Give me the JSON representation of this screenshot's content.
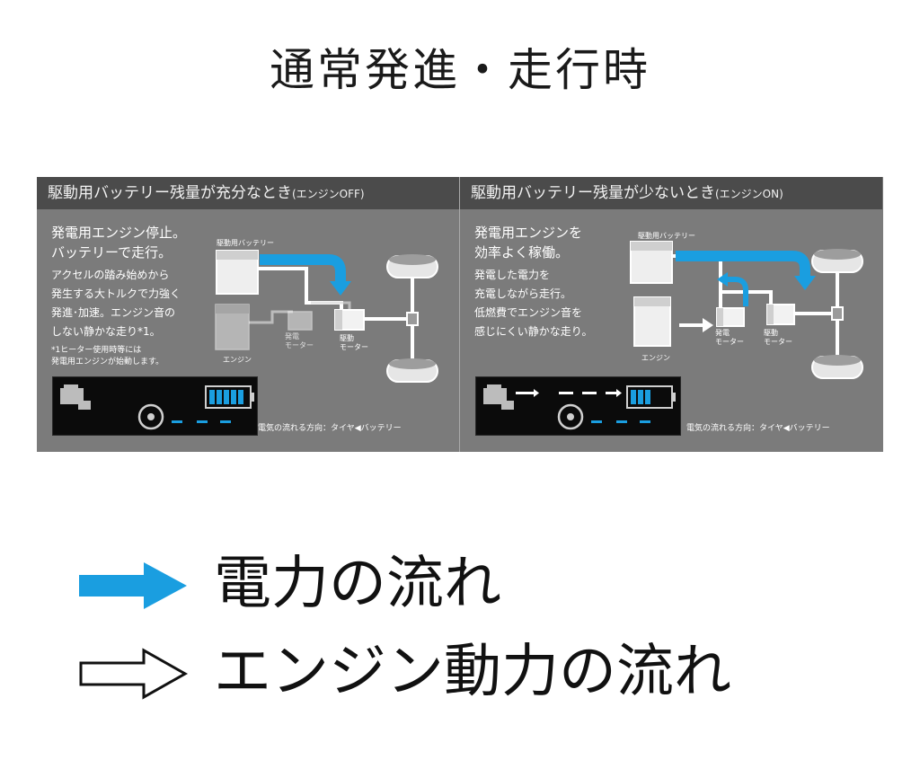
{
  "page": {
    "title": "通常発進・走行時"
  },
  "panels": [
    {
      "header": "駆動用バッテリー残量が充分なとき",
      "header_suffix": "(エンジンOFF)",
      "main_text": [
        "発電用エンジン停止。",
        "バッテリーで走行。"
      ],
      "sub_text": [
        "アクセルの踏み始めから",
        "発生する大トルクで力強く",
        "発進･加速。エンジン音の",
        "しない静かな走り*1。"
      ],
      "note": [
        "*1ヒーター使用時等には",
        "発電用エンジンが始動します。"
      ],
      "labels": {
        "battery": "駆動用バッテリー",
        "gen_motor": [
          "発電",
          "モーター"
        ],
        "drive_motor": [
          "駆動",
          "モーター"
        ],
        "engine": "エンジン"
      },
      "legend": "電気の流れる方向：タイヤ◀バッテリー"
    },
    {
      "header": "駆動用バッテリー残量が少ないとき",
      "header_suffix": "(エンジンON)",
      "main_text": [
        "発電用エンジンを",
        "効率よく稼働。"
      ],
      "sub_text": [
        "発電した電力を",
        "充電しながら走行。",
        "低燃費でエンジン音を",
        "感じにくい静かな走り。"
      ],
      "note": [],
      "labels": {
        "battery": "駆動用バッテリー",
        "gen_motor": [
          "発電",
          "モーター"
        ],
        "drive_motor": [
          "駆動",
          "モーター"
        ],
        "engine": "エンジン"
      },
      "legend": "電気の流れる方向：タイヤ◀バッテリー"
    }
  ],
  "legend": {
    "electric_flow": "電力の流れ",
    "engine_flow": "エンジン動力の流れ"
  },
  "colors": {
    "electric_flow": "#1a9ee0",
    "panel_bg": "#7b7b7b",
    "header_bg": "#4b4b4b",
    "meter_bg": "#0b0b0b",
    "battery_fill": "#1a9ee0"
  },
  "icons": [
    "engine-icon",
    "battery-icon",
    "wheel-icon",
    "blue-arrow-icon",
    "white-arrow-icon"
  ]
}
